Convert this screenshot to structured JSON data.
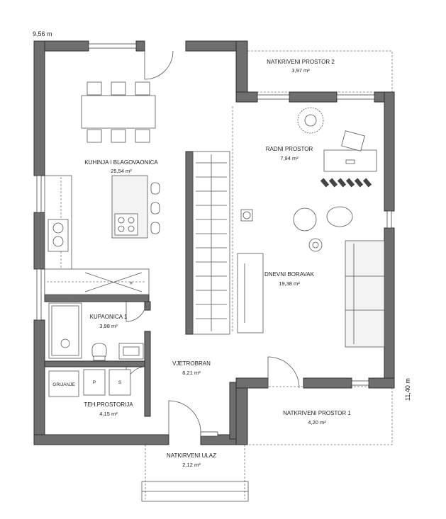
{
  "dimensions": {
    "width_label": "9,56 m",
    "height_label": "11,40 m"
  },
  "rooms": {
    "kitchen": {
      "name": "KUHINJA I BLAGOVAONICA",
      "area": "25,54 m²"
    },
    "covered_space_2": {
      "name": "NATKRIVENI PROSTOR 2",
      "area": "3,97 m²"
    },
    "work_space": {
      "name": "RADNI PROSTOR",
      "area": "7,94 m²"
    },
    "living_room": {
      "name": "DNEVNI BORAVAK",
      "area": "19,38 m²"
    },
    "bathroom": {
      "name": "KUPAONICA 1",
      "area": "3,98 m²"
    },
    "hall": {
      "name": "VJETROBRAN",
      "area": "6,21 m²"
    },
    "technical_room": {
      "name": "TEH.PROSTORIJA",
      "area": "4,15 m²"
    },
    "covered_space_1": {
      "name": "NATKRIVENI PROSTOR 1",
      "area": "4,20 m²"
    },
    "covered_entrance": {
      "name": "NATKIRVENI ULAZ",
      "area": "2,12 m²"
    }
  },
  "fixtures": {
    "heating": "GRIJANJE",
    "p": "P",
    "s": "S"
  },
  "colors": {
    "wall_fill": "#6e6e6e",
    "wall_stroke": "#2e2e2e",
    "line": "#555555"
  }
}
